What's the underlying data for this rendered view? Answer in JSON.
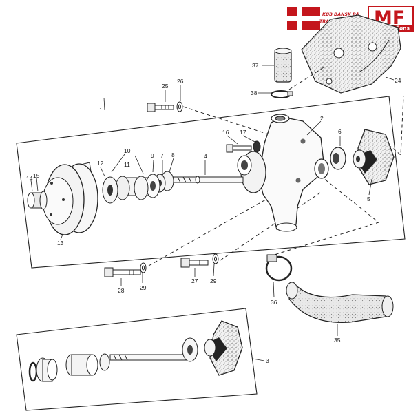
{
  "brand": {
    "tagline_1": "KØB DANSK PÅ",
    "tagline_2": "TRAKTORDELE.DK",
    "logo": "MF",
    "logo_sub": "Michael Føns",
    "flag_red": "#c4161c",
    "accent": "#c4161c"
  },
  "part_labels": {
    "p1": "1",
    "p2": "2",
    "p3": "3",
    "p4": "4",
    "p5": "5",
    "p6": "6",
    "p7": "7",
    "p8": "8",
    "p9": "9",
    "p10": "10",
    "p11": "11",
    "p12": "12",
    "p13": "13",
    "p14": "14",
    "p15": "15",
    "p16": "16",
    "p17": "17",
    "p24": "24",
    "p25": "25",
    "p26": "26",
    "p27": "27",
    "p28": "28",
    "p29a": "29",
    "p29b": "29",
    "p35": "35",
    "p36": "36",
    "p37": "37",
    "p38": "38"
  }
}
